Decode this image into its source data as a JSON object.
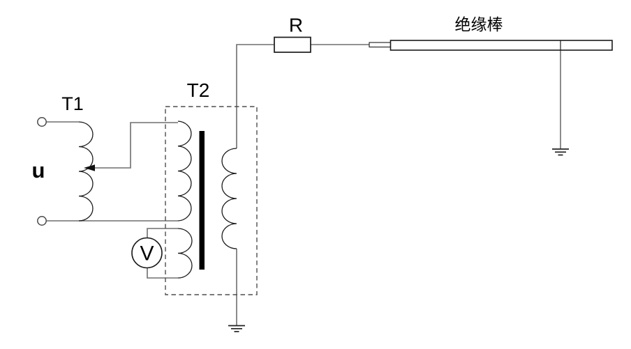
{
  "labels": {
    "t1": "T1",
    "t2": "T2",
    "source_voltage": "u",
    "resistor": "R",
    "voltmeter": "V",
    "insulating_rod": "绝缘棒"
  },
  "colors": {
    "wire": "#6e6e6e",
    "component": "#1a1a1a",
    "core": "#000000",
    "dashed_box": "#4d4d4d",
    "text": "#000000",
    "background": "#ffffff"
  }
}
